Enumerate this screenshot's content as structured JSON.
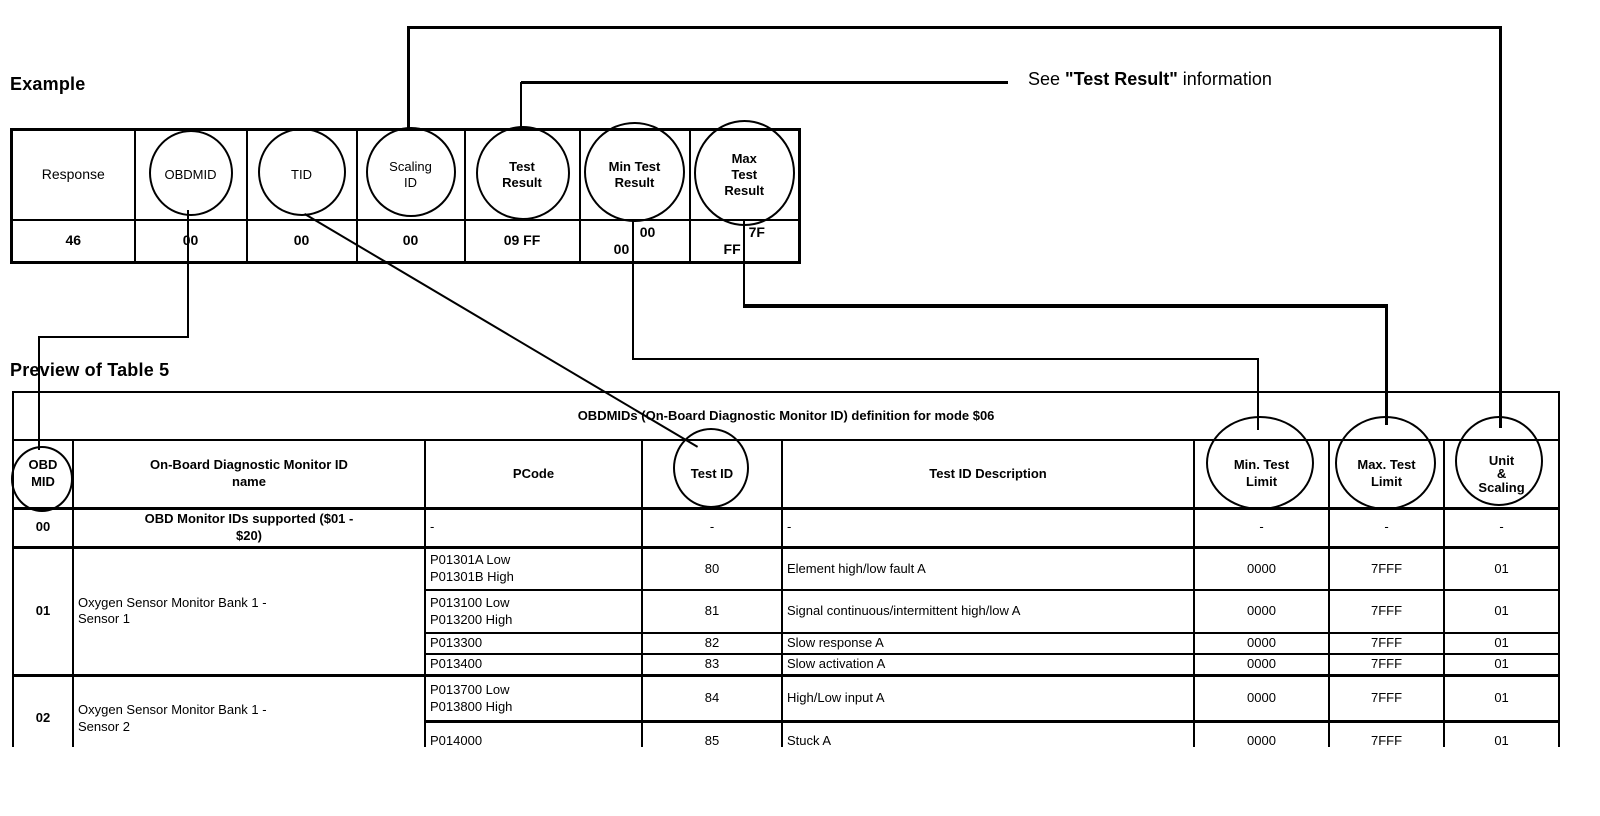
{
  "colors": {
    "ink": "#000000",
    "paper": "#ffffff"
  },
  "example": {
    "heading": "Example",
    "columns": [
      "Response",
      "OBDMID",
      "TID",
      "Scaling\nID",
      "Test\nResult",
      "Min Test\nResult",
      "Max\nTest\nResult"
    ],
    "values": [
      "46",
      "00",
      "00",
      "00",
      "09 FF"
    ],
    "min_pair": [
      "00",
      "00"
    ],
    "max_pair": [
      "7F",
      "FF"
    ],
    "circled_columns": [
      "OBDMID",
      "TID",
      "Scaling ID",
      "Test Result",
      "Min Test Result",
      "Max Test Result"
    ]
  },
  "note": {
    "prefix": "See ",
    "bold": "\"Test Result\"",
    "suffix": " information"
  },
  "preview": {
    "heading": "Preview of Table 5",
    "table": {
      "title": "OBDMIDs (On-Board Diagnostic Monitor ID) definition for mode $06",
      "headers": [
        "OBD\nMID",
        "On-Board Diagnostic Monitor ID\nname",
        "PCode",
        "Test ID",
        "Test ID Description",
        "Min. Test\nLimit",
        "Max. Test\nLimit",
        "Unit\n&\nScaling"
      ],
      "circled_headers": [
        "OBD MID",
        "Test ID",
        "Min. Test Limit",
        "Max. Test Limit",
        "Unit & Scaling"
      ],
      "blocks": [
        {
          "mid": "00",
          "name": "OBD Monitor IDs supported ($01 -\n$20)",
          "subrows": [
            {
              "pcode": "-",
              "tid": "-",
              "desc": "-",
              "min": "-",
              "max": "-",
              "unit": "-"
            }
          ]
        },
        {
          "mid": "01",
          "name": "Oxygen Sensor Monitor Bank 1 -\nSensor 1",
          "subrows": [
            {
              "pcode": "P01301A Low\nP01301B High",
              "tid": "80",
              "desc": "Element high/low fault A",
              "min": "0000",
              "max": "7FFF",
              "unit": "01"
            },
            {
              "pcode": "P013100 Low\nP013200 High",
              "tid": "81",
              "desc": "Signal continuous/intermittent high/low A",
              "min": "0000",
              "max": "7FFF",
              "unit": "01"
            },
            {
              "pcode": "P013300",
              "tid": "82",
              "desc": "Slow response A",
              "min": "0000",
              "max": "7FFF",
              "unit": "01"
            },
            {
              "pcode": "P013400",
              "tid": "83",
              "desc": "Slow activation A",
              "min": "0000",
              "max": "7FFF",
              "unit": "01"
            }
          ]
        },
        {
          "mid": "02",
          "name": "Oxygen Sensor Monitor Bank 1 -\nSensor 2",
          "subrows": [
            {
              "pcode": "P013700 Low\nP013800 High",
              "tid": "84",
              "desc": "High/Low input A",
              "min": "0000",
              "max": "7FFF",
              "unit": "01"
            },
            {
              "pcode": "P014000",
              "tid": "85",
              "desc": "Stuck A",
              "min": "0000",
              "max": "7FFF",
              "unit": "01"
            }
          ]
        }
      ]
    }
  }
}
